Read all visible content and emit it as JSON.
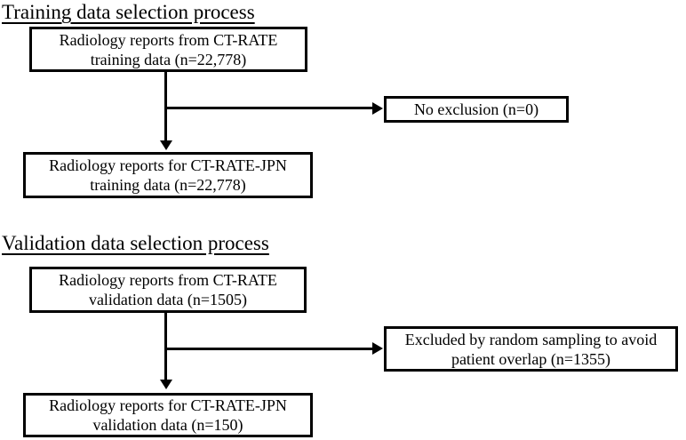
{
  "figure": {
    "colors": {
      "line": "#000000",
      "background": "#ffffff",
      "text": "#000000"
    },
    "training": {
      "heading": "Training data selection process",
      "source_box": {
        "line1": "Radiology reports from CT-RATE",
        "line2": "training data (n=22,778)"
      },
      "exclusion_box": {
        "line1": "No exclusion (n=0)"
      },
      "result_box": {
        "line1": "Radiology reports for CT-RATE-JPN",
        "line2": "training data (n=22,778)"
      }
    },
    "validation": {
      "heading": "Validation data selection process",
      "source_box": {
        "line1": "Radiology reports from CT-RATE",
        "line2": "validation data (n=1505)"
      },
      "exclusion_box": {
        "line1": "Excluded by random sampling to avoid",
        "line2": "patient overlap (n=1355)"
      },
      "result_box": {
        "line1": "Radiology reports for CT-RATE-JPN",
        "line2": "validation data (n=150)"
      }
    }
  }
}
